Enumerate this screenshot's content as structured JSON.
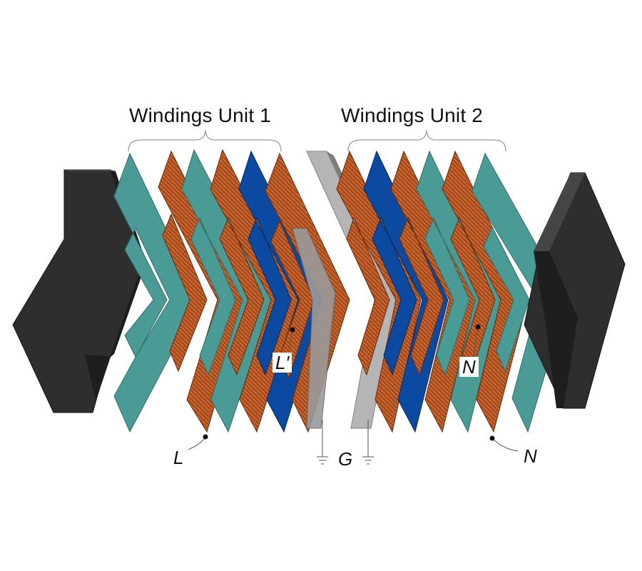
{
  "labels": {
    "unit1": "Windings Unit 1",
    "unit2": "Windings Unit 2",
    "terminal_l": "L",
    "terminal_l_prime": "L′",
    "terminal_g": "G",
    "terminal_n_upper": "N",
    "terminal_n_lower": "N"
  },
  "colors": {
    "core": "#2e2e2e",
    "core_side": "#1e1e1e",
    "core_top": "#454545",
    "insulation": "#4a9a96",
    "copper_winding": "#a84a1e",
    "copper_line": "#d97a3a",
    "shield": "#0b4aa0",
    "ground_plate": "#9a9a9a",
    "leader_line": "#555555"
  },
  "stack_order": [
    "core",
    "insulation",
    "copper_winding",
    "insulation",
    "copper_winding",
    "shield",
    "copper_winding",
    "ground_plate",
    "copper_winding",
    "shield",
    "copper_winding",
    "insulation",
    "copper_winding",
    "insulation",
    "core"
  ]
}
